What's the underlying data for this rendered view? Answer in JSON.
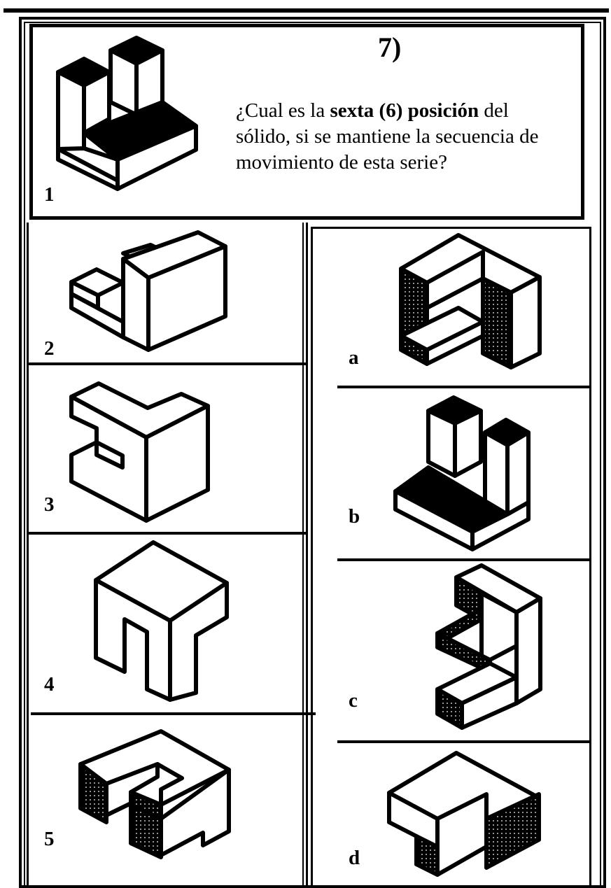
{
  "question": {
    "number": "7)",
    "text_before": "¿Cual es la ",
    "bold_text": "sexta (6) posición",
    "text_after": " del sólido, si se mantiene la secuencia de movimiento de esta serie?"
  },
  "sequence": [
    {
      "label": "1",
      "icon": "l-shaped-solid-with-pillar"
    },
    {
      "label": "2",
      "icon": "rotated-solid-position-2"
    },
    {
      "label": "3",
      "icon": "rotated-solid-position-3"
    },
    {
      "label": "4",
      "icon": "rotated-solid-position-4"
    },
    {
      "label": "5",
      "icon": "rotated-solid-position-5"
    }
  ],
  "options": [
    {
      "label": "a",
      "icon": "option-a-solid"
    },
    {
      "label": "b",
      "icon": "option-b-solid"
    },
    {
      "label": "c",
      "icon": "option-c-solid"
    },
    {
      "label": "d",
      "icon": "option-d-solid"
    }
  ],
  "colors": {
    "ink": "#000000",
    "paper": "#ffffff"
  }
}
